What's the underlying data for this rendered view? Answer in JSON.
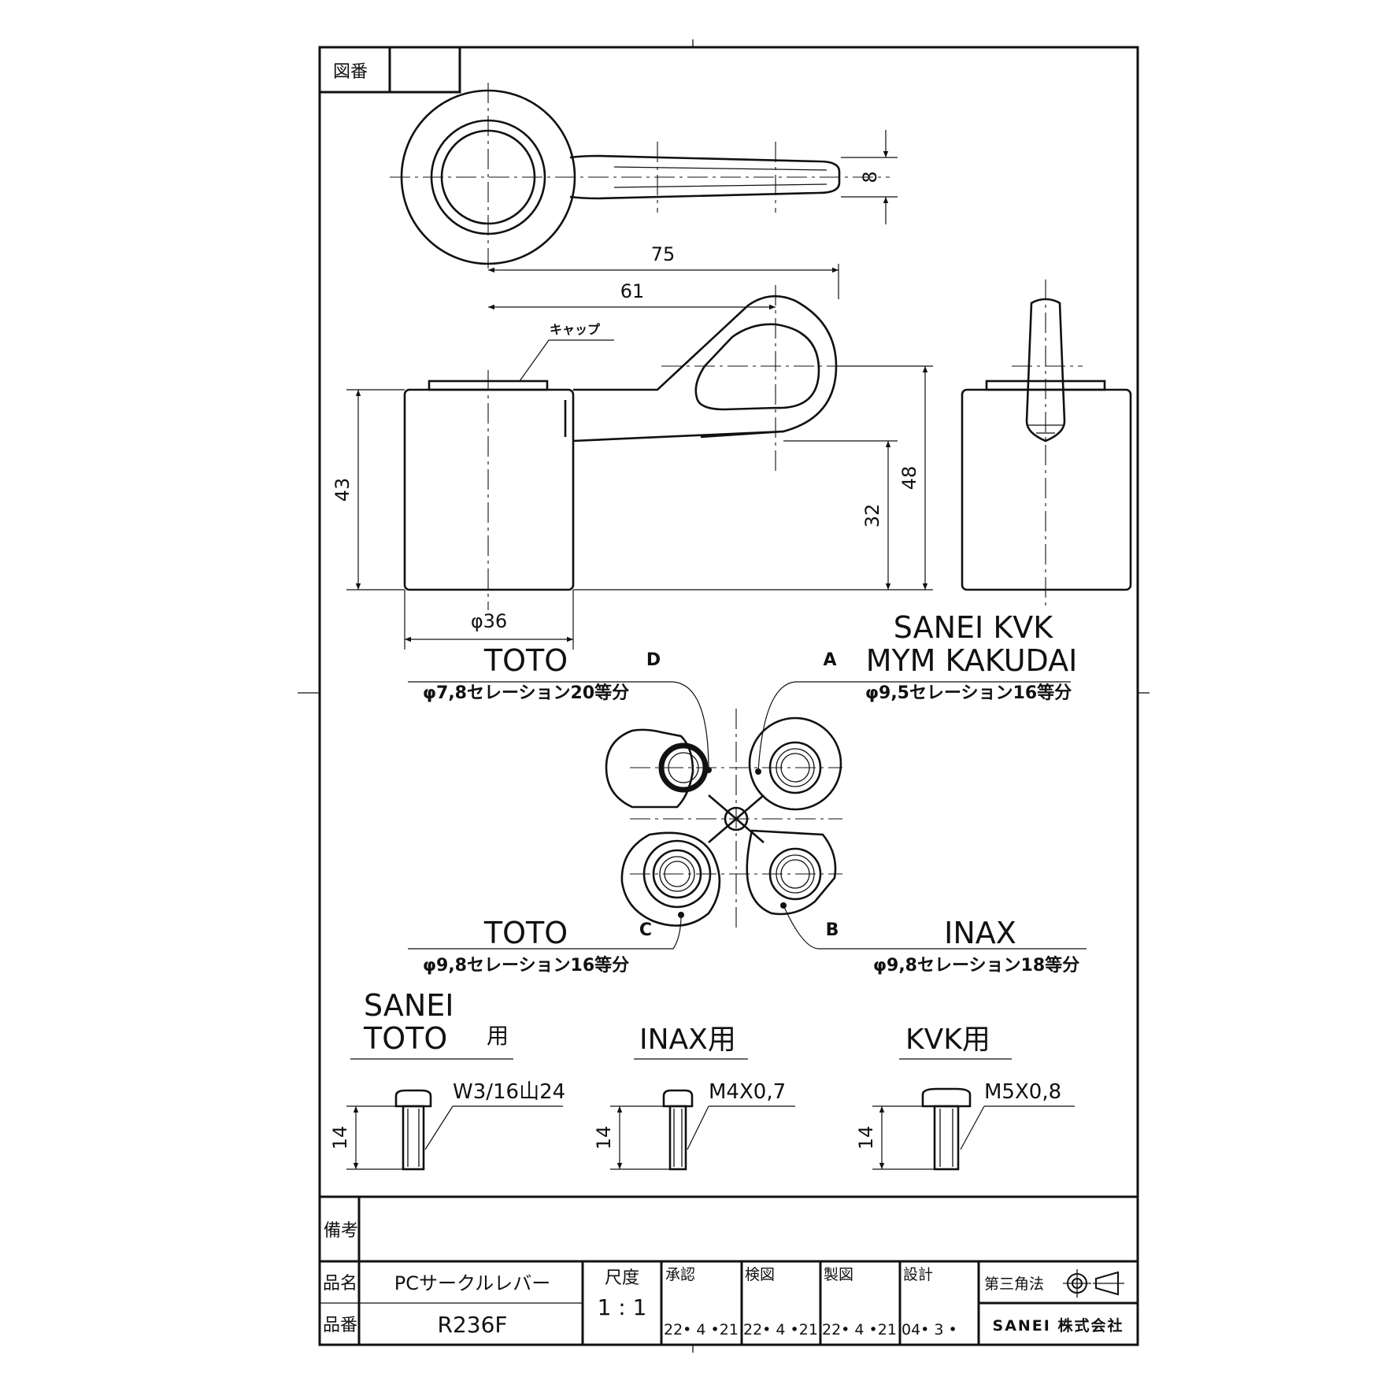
{
  "title_block": {
    "drawing_no_label": "図番",
    "remarks_label": "備考",
    "name_label": "品名",
    "product_name": "PCサークルレバー",
    "part_no_label": "品番",
    "part_no": "R236F",
    "scale_label": "尺度",
    "scale_value": "1 : 1",
    "approve_label": "承認",
    "approve_date": "22• 4 •21",
    "check_label": "検図",
    "check_date": "22• 4 •21",
    "draw_label": "製図",
    "draw_date": "22• 4 •21",
    "design_label": "設計",
    "design_date": "04• 3 •",
    "projection_label": "第三角法",
    "company": "SANEI 株式会社"
  },
  "dims": {
    "d8": "8",
    "d75": "75",
    "d61": "61",
    "cap": "キャップ",
    "d43": "43",
    "d48": "48",
    "d32": "32",
    "d36": "φ36"
  },
  "adapters": {
    "d": {
      "letter": "D",
      "brand": "TOTO",
      "spec": "φ7,8セレーション20等分"
    },
    "a": {
      "letter": "A",
      "brand1": "SANEI KVK",
      "brand2": "MYM KAKUDAI",
      "spec": "φ9,5セレーション16等分"
    },
    "c": {
      "letter": "C",
      "brand": "TOTO",
      "spec": "φ9,8セレーション16等分"
    },
    "b": {
      "letter": "B",
      "brand": "INAX",
      "spec": "φ9,8セレーション18等分"
    }
  },
  "screws": {
    "s1": {
      "title1": "SANEI",
      "title2": "TOTO",
      "suffix": "用",
      "thread": "W3/16山24",
      "len": "14"
    },
    "s2": {
      "title": "INAX用",
      "thread": "M4X0,7",
      "len": "14"
    },
    "s3": {
      "title": "KVK用",
      "thread": "M5X0,8",
      "len": "14"
    }
  }
}
